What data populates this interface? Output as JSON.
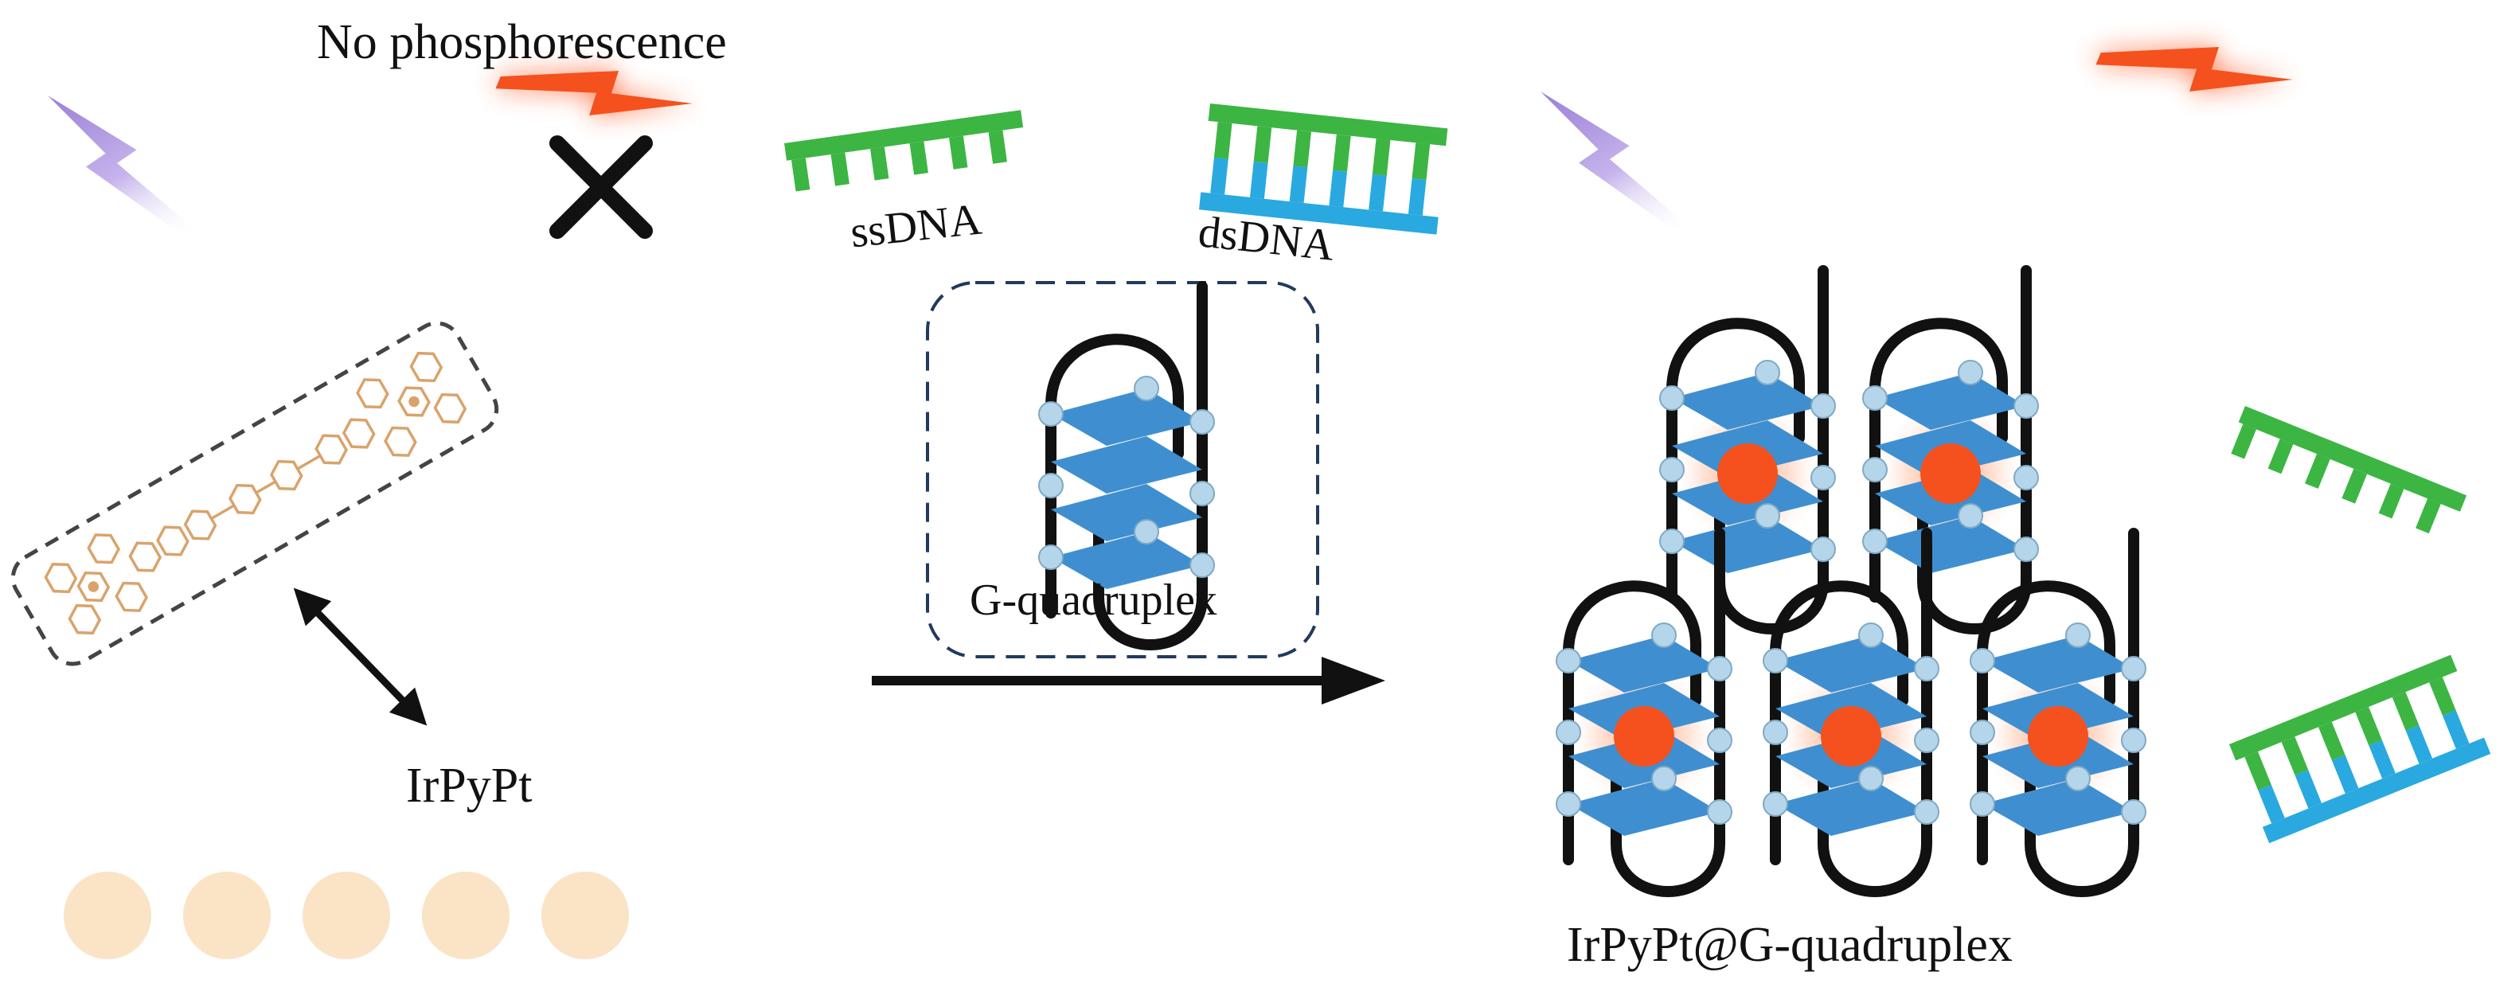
{
  "labels": {
    "no_phosphorescence": "No phosphorescence",
    "ssdna": "ssDNA",
    "dsdna": "dsDNA",
    "g_quadruplex": "G-quadruplex",
    "irpypt": "IrPyPt",
    "complex": "IrPyPt@G-quadruplex"
  },
  "colors": {
    "excitation": "#b39ddb",
    "emission": "#f4511e",
    "ssdna": "#3cb543",
    "dsdna_complement": "#29a9e0",
    "quadruplex_plate": "#3f8fd0",
    "quadruplex_bead": "#b5d6ea",
    "quadruplex_backbone": "#111111",
    "molecule": "#d9a36b",
    "dots": "#fbe3c6"
  },
  "icons": {
    "excitation": "lightning-bolt-icon",
    "emission": "lightning-bolt-icon",
    "quenched": "cross-icon"
  }
}
